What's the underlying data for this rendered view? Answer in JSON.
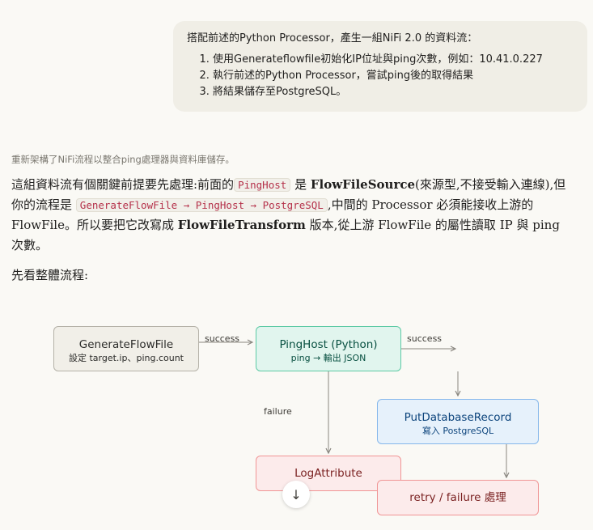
{
  "user_message": {
    "intro": "搭配前述的Python Processor，產生一組NiFi 2.0 的資料流：",
    "items": [
      "使用Generateflowfile初始化IP位址與ping次數，例如：10.41.0.227",
      "執行前述的Python Processor，嘗試ping後的取得結果",
      "將結果儲存至PostgreSQL。"
    ]
  },
  "thinking_summary": "重新架構了NiFi流程以整合ping處理器與資料庫儲存。",
  "response": {
    "p1": {
      "t1": "這組資料流有個關鍵前提要先處理:前面的",
      "code1": "PingHost",
      "t2": "是",
      "b1": "FlowFileSource",
      "t3": "(來源型,不接受輸入連線),但你的流程是",
      "code2": "GenerateFlowFile → PingHost → PostgreSQL",
      "t4": ",中間的 Processor 必須能接收上游的 FlowFile。所以要把它改寫成",
      "b2": "FlowFileTransform",
      "t5": "版本,從上游 FlowFile 的屬性讀取 IP 與 ping 次數。"
    },
    "p2": "先看整體流程:"
  },
  "diagram": {
    "nodes": {
      "generate": {
        "title": "GenerateFlowFile",
        "sub": "設定 target.ip、ping.count"
      },
      "pinghost": {
        "title": "PingHost (Python)",
        "sub": "ping → 輸出 JSON"
      },
      "putdb": {
        "title": "PutDatabaseRecord",
        "sub": "寫入 PostgreSQL"
      },
      "logattr": {
        "title": "LogAttribute"
      },
      "retry": {
        "title": "retry / failure 處理"
      }
    },
    "edges": {
      "success1": "success",
      "success2": "success",
      "failure": "failure"
    },
    "colors": {
      "generate_fill": "#f1efe8",
      "generate_stroke": "#b5b2a8",
      "generate_text": "#2c2c2a",
      "pinghost_fill": "#e1f5ee",
      "pinghost_stroke": "#5dcaa5",
      "pinghost_text": "#085041",
      "putdb_fill": "#e6f1fb",
      "putdb_stroke": "#85b7eb",
      "putdb_text": "#0c447c",
      "error_fill": "#fcebeb",
      "error_stroke": "#f09595",
      "error_text": "#791f1f"
    }
  },
  "scroll_button": {
    "icon": "arrow-down-icon",
    "glyph": "↓"
  }
}
